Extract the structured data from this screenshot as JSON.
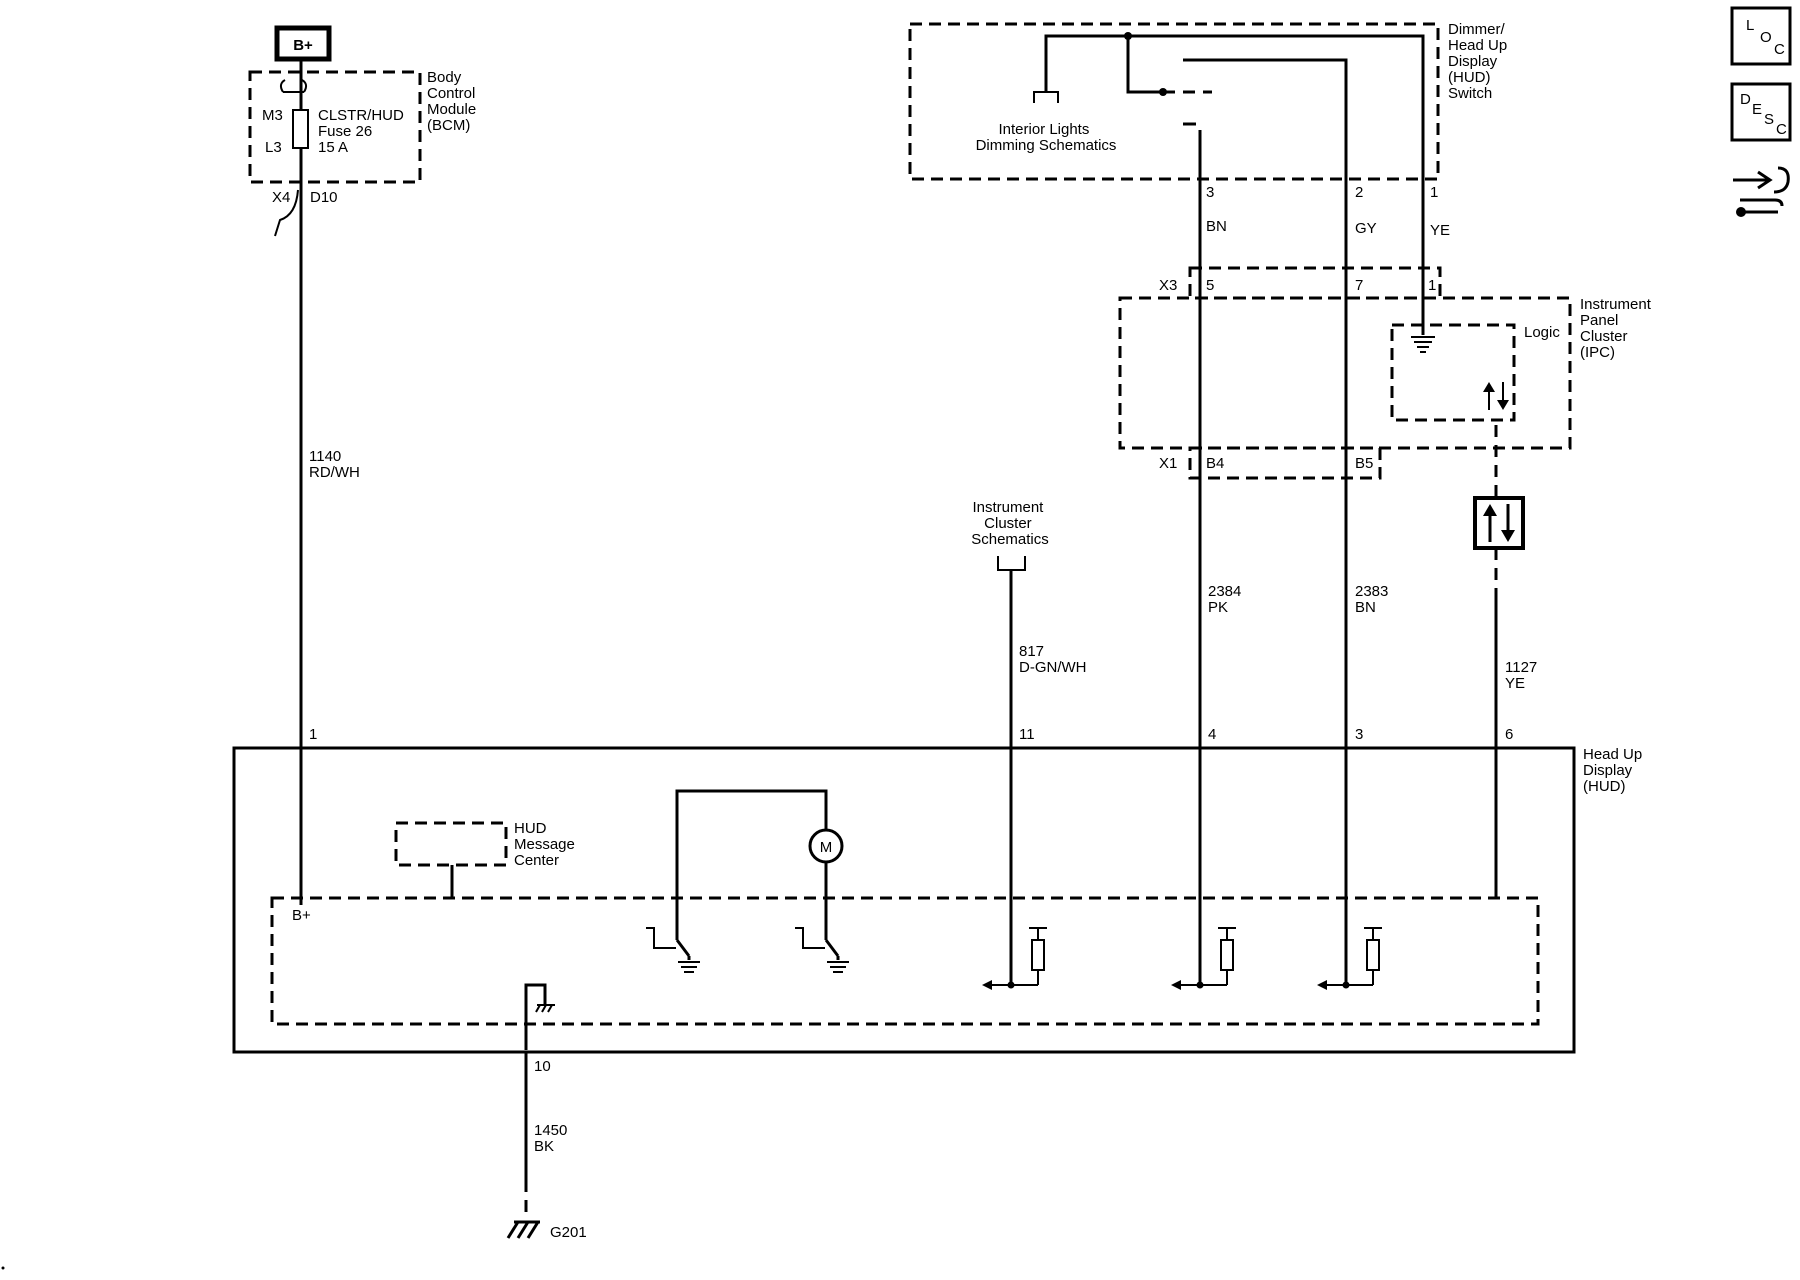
{
  "power": {
    "source": "B+"
  },
  "bcm": {
    "name": [
      "Body",
      "Control",
      "Module",
      "(BCM)"
    ],
    "fuse": [
      "CLSTR/HUD",
      "Fuse 26",
      "15 A"
    ],
    "pin_in": "M3",
    "pin_out": "L3",
    "connector": "X4",
    "terminal": "D10"
  },
  "dimmer": {
    "name": [
      "Dimmer/",
      "Head Up",
      "Display",
      "(HUD)",
      "Switch"
    ],
    "ref": [
      "Interior Lights",
      "Dimming Schematics"
    ],
    "pins": [
      "3",
      "2",
      "1"
    ],
    "colors": [
      "BN",
      "GY",
      "YE"
    ]
  },
  "ipc": {
    "name": [
      "Instrument",
      "Panel",
      "Cluster",
      "(IPC)"
    ],
    "logic": "Logic",
    "x3": {
      "connector": "X3",
      "pins": [
        "5",
        "7",
        "1"
      ]
    },
    "x1": {
      "connector": "X1",
      "pins": [
        "B4",
        "B5"
      ]
    }
  },
  "cluster_ref": [
    "Instrument",
    "Cluster",
    "Schematics"
  ],
  "wires": {
    "w1140": {
      "circuit": "1140",
      "color": "RD/WH"
    },
    "w817": {
      "circuit": "817",
      "color": "D-GN/WH"
    },
    "w2384": {
      "circuit": "2384",
      "color": "PK"
    },
    "w2383": {
      "circuit": "2383",
      "color": "BN"
    },
    "w1127": {
      "circuit": "1127",
      "color": "YE"
    },
    "w1450": {
      "circuit": "1450",
      "color": "BK"
    }
  },
  "hud": {
    "name": [
      "Head Up",
      "Display",
      "(HUD)"
    ],
    "pins": [
      "1",
      "11",
      "4",
      "3",
      "6"
    ],
    "ground_pin": "10",
    "message_center": [
      "HUD",
      "Message",
      "Center"
    ],
    "bplus": "B+",
    "motor": "M"
  },
  "ground": {
    "label": "G201"
  },
  "side_icons": {
    "loc": [
      "L",
      "O",
      "C"
    ],
    "desc": [
      "D",
      "E",
      "S",
      "C"
    ],
    "tool_icon": "connector-tool-icon"
  }
}
